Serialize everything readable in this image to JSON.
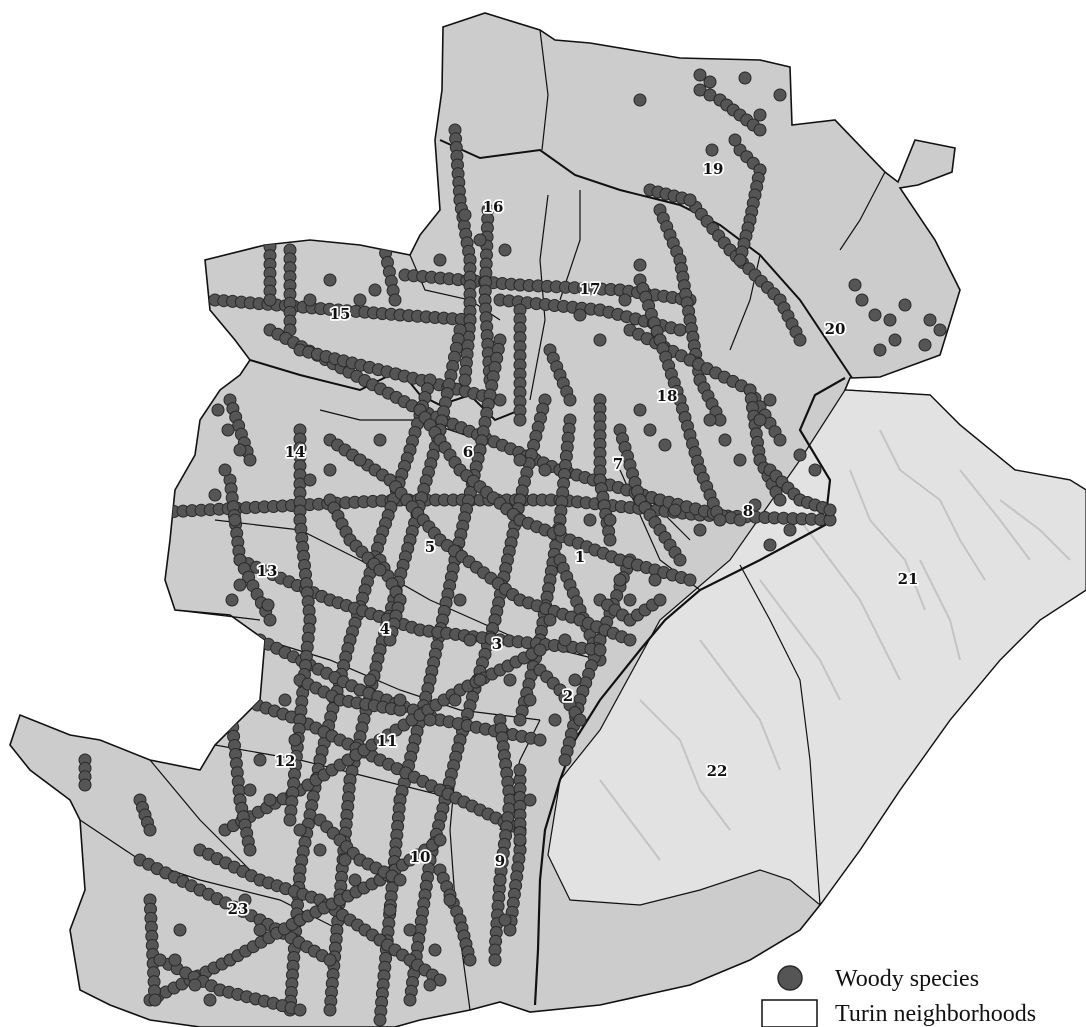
{
  "colors": {
    "background": "#ffffff",
    "neighborhood_fill": "#cccccc",
    "hill_fill": "#e0e0e0",
    "boundary": "#111111",
    "species_marker": "#555555",
    "species_marker_edge": "#2a2a2a"
  },
  "neighborhoods": [
    {
      "label": "1"
    },
    {
      "label": "2"
    },
    {
      "label": "3"
    },
    {
      "label": "4"
    },
    {
      "label": "5"
    },
    {
      "label": "6"
    },
    {
      "label": "7"
    },
    {
      "label": "8"
    },
    {
      "label": "9"
    },
    {
      "label": "10"
    },
    {
      "label": "11"
    },
    {
      "label": "12"
    },
    {
      "label": "13"
    },
    {
      "label": "14"
    },
    {
      "label": "15"
    },
    {
      "label": "16"
    },
    {
      "label": "17"
    },
    {
      "label": "18"
    },
    {
      "label": "19"
    },
    {
      "label": "20"
    },
    {
      "label": "21"
    },
    {
      "label": "22"
    },
    {
      "label": "23"
    }
  ],
  "legend": {
    "items": [
      {
        "label": "Woody species",
        "symbol": "filled-circle"
      },
      {
        "label": "Turin neighborhoods",
        "symbol": "outlined-rectangle"
      }
    ]
  }
}
